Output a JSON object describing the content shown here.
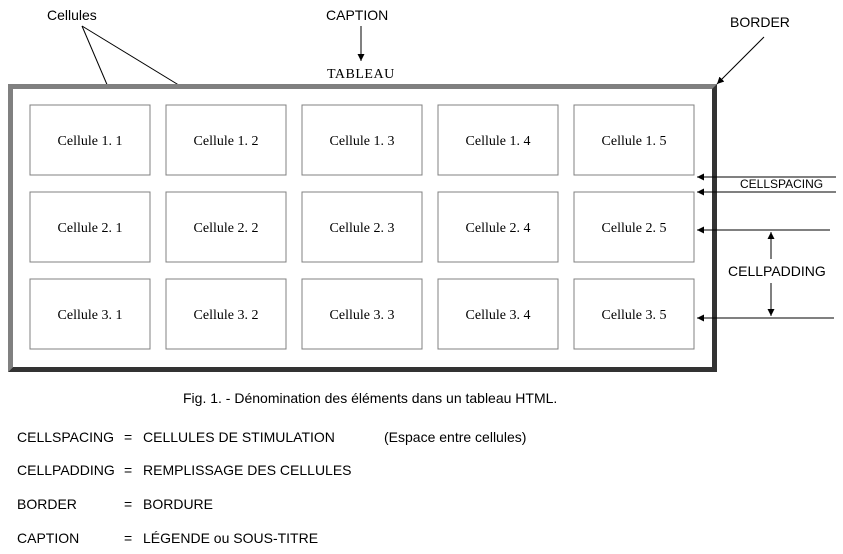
{
  "labels": {
    "cellules": "Cellules",
    "caption": "CAPTION",
    "border": "BORDER",
    "table_title": "TABLEAU",
    "cellspacing": "CELLSPACING",
    "cellpadding": "CELLPADDING"
  },
  "table": {
    "rows": [
      [
        "Cellule 1. 1",
        "Cellule 1. 2",
        "Cellule 1. 3",
        "Cellule 1. 4",
        "Cellule 1. 5"
      ],
      [
        "Cellule 2. 1",
        "Cellule 2. 2",
        "Cellule 2. 3",
        "Cellule 2. 4",
        "Cellule 2. 5"
      ],
      [
        "Cellule 3. 1",
        "Cellule 3. 2",
        "Cellule 3. 3",
        "Cellule 3. 4",
        "Cellule 3. 5"
      ]
    ]
  },
  "figure_caption": "Fig. 1. - Dénomination des éléments dans un tableau HTML.",
  "legend": [
    {
      "term": "CELLSPACING",
      "eq": "=",
      "definition": "CELLULES DE STIMULATION",
      "note": "(Espace entre cellules)"
    },
    {
      "term": "CELLPADDING",
      "eq": "=",
      "definition": "REMPLISSAGE DES CELLULES",
      "note": ""
    },
    {
      "term": "BORDER",
      "eq": "=",
      "definition": "BORDURE",
      "note": ""
    },
    {
      "term": "CAPTION",
      "eq": "=",
      "definition": "LÉGENDE ou SOUS-TITRE",
      "note": ""
    }
  ],
  "colors": {
    "border_light": "#808080",
    "border_dark": "#333333",
    "cell_border": "#808080",
    "text": "#000000"
  }
}
